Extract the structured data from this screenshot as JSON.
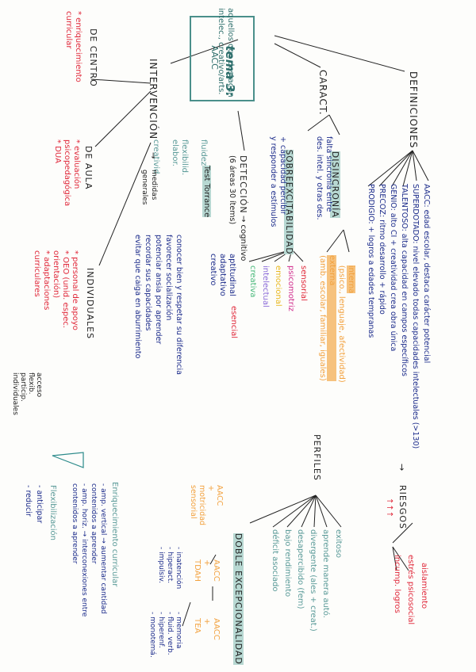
{
  "title": {
    "main": "tema 3:",
    "sub": "AACC"
  },
  "subtitle_lines": [
    "aquellos que destacan",
    "intelec., creativo/arts."
  ],
  "definiciones": {
    "heading": "DEFINICIONES",
    "items": [
      "AACC: edad escolar, destaca carácter potencial",
      "SUPERDOTADO: nivel elevado todas capacidades intelectuales (>130)",
      "TALENTOSO: alta capacidad en campos específicos",
      "GENIO: alto CI + creatividad crea obra única",
      "PRECOZ: ritmo desarrollo + rápido",
      "PRODIGIO: + logros a edades tempranas"
    ]
  },
  "caract": {
    "heading": "CARACT.",
    "disincronia": "DISINCRONÍA",
    "disincronia_lines": [
      "falta sincronía entre",
      "des. intel. y otras des."
    ],
    "interna": "interna",
    "interna_detail": "(psico., lenguaje, afectividad)",
    "externa": "externa",
    "externa_detail": "(amb. escolar, familiar, iguales)",
    "sobreex": "SOBREEXCITABILIDAD",
    "sobreex_lines": [
      "+ capacidad percibir",
      "y responder a estímulos"
    ],
    "sensorial": "sensorial",
    "psicomotriz": "psicomotriz",
    "emocional": "emocional",
    "intelectual": "intelectual",
    "creativa": "creativa"
  },
  "deteccion": {
    "heading": "DETECCIÓN",
    "sub": "(6 áreas 30 ítems)",
    "arrow_cog": "→ cognitivo",
    "aptitudinal": "aptitudinal",
    "esencial": "esencial",
    "adaptativo": "adaptativo",
    "creativo": "creativo",
    "test_label": "Test Torrance",
    "fluidez": "fluidez",
    "flexibilidad": "flexibilid.",
    "elaboracion": "elabor.",
    "creatividad": "creativid.",
    "tips": [
      "conocer bien y respetar su diferencia",
      "favorecer socialización",
      "potenciar ansia por aprender",
      "recordar sus capacidades",
      "evitar que caiga en aburrimiento"
    ]
  },
  "intervencion": {
    "heading": "INTERVENCIÓN",
    "medidas": "medidas",
    "generales": "generales",
    "centro": "DE CENTRO",
    "centro_items": [
      "* enriquecimiento",
      "curricular"
    ],
    "aula": "DE AULA",
    "aula_items": [
      "* evaluación",
      "psicopedagógica",
      "* DUA"
    ],
    "individuales": "INDIVIDUALES",
    "ind_items": [
      "* personal de apoyo",
      "* OEO (unid. espec.",
      "orientación)",
      "* adaptaciones",
      "curriculares"
    ],
    "adapt_list": [
      "acceso",
      "flexib.",
      "particip.",
      "individuales"
    ]
  },
  "riesgos": {
    "heading": "RIESGOS",
    "items": [
      "aislamiento",
      "estrés psicosocial",
      "incump. logros"
    ]
  },
  "perfiles": {
    "heading": "PERFILES",
    "items": [
      "exitoso",
      "aprende manera autó.",
      "divergente (ales + creat.)",
      "desapercibido (fem)",
      "bajo rendimiento",
      "déficit asociado"
    ],
    "doble": "DOBLE EXCEPCIONALIDAD"
  },
  "doble_detalle": {
    "aacc_motriz": [
      "AACC",
      "+",
      "motricidad",
      "sensorial"
    ],
    "tdah": [
      "AACC",
      "+",
      "TDAH"
    ],
    "tea": [
      "AACC",
      "+",
      "TEA"
    ],
    "tdah_list": [
      "- inatención",
      "- hiperact.",
      "- impulsiv."
    ],
    "tea_list": [
      "- memoria",
      "- fluid. verb.",
      "- hiperenf.",
      "- monotemá."
    ]
  },
  "enriquecimiento": {
    "heading": "Enriquecimiento curricular",
    "items": [
      "- amp. vertical → aumentar cantidad",
      "contenidos a aprender",
      "- amp. horiz. → interconexiones entre",
      "contenidos a aprender"
    ],
    "flex_heading": "Flexibilización",
    "flex_items": [
      "- anticipar",
      "- reducir"
    ]
  },
  "colors": {
    "blue": "#1a2a8a",
    "red": "#e0283a",
    "teal": "#5a9a98",
    "orange": "#f2a13e",
    "magenta": "#d12e8e",
    "yellow": "#e8b820",
    "purple": "#8a6ad8",
    "green": "#48b87a"
  }
}
